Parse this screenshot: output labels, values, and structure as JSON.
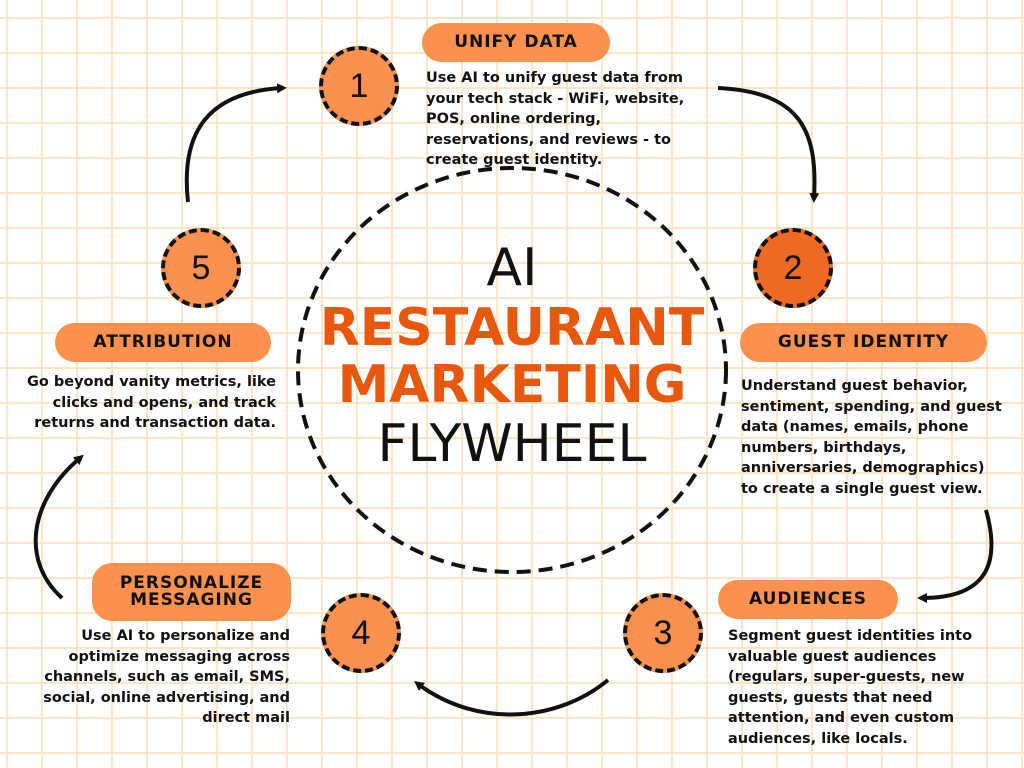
{
  "title": {
    "line1": "AI",
    "line2": "RESTAURANT",
    "line3": "MARKETING",
    "line4": "FLYWHEEL"
  },
  "steps": [
    {
      "number": "1",
      "label": "UNIFY DATA",
      "text": "Use AI to unify guest data from\nyour tech stack - WiFi, website,\nPOS, online ordering,\nreservations, and reviews - to\ncreate guest identity."
    },
    {
      "number": "2",
      "label": "GUEST IDENTITY",
      "text": "Understand guest behavior,\nsentiment, spending, and guest\ndata (names, emails, phone\nnumbers, birthdays,\nanniversaries, demographics)\nto create a single guest view."
    },
    {
      "number": "3",
      "label": "AUDIENCES",
      "text": "Segment guest identities into\nvaluable guest audiences\n(regulars, super-guests, new\nguests, guests that need\nattention, and even custom\naudiences, like locals."
    },
    {
      "number": "4",
      "label": "PERSONALIZE\nMESSAGING",
      "text": "Use AI to personalize and\noptimize messaging across\nchannels, such as email, SMS,\nsocial, online advertising, and\ndirect mail"
    },
    {
      "number": "5",
      "label": "ATTRIBUTION",
      "text": "Go beyond vanity metrics, like\nclicks and opens, and track\nreturns and transaction data."
    }
  ],
  "colors": {
    "accent": "#e8580c",
    "pill": "#fd914d",
    "circle": "#fa9150",
    "circle_active": "#ef6b23",
    "grid": "#ffe5c4"
  }
}
